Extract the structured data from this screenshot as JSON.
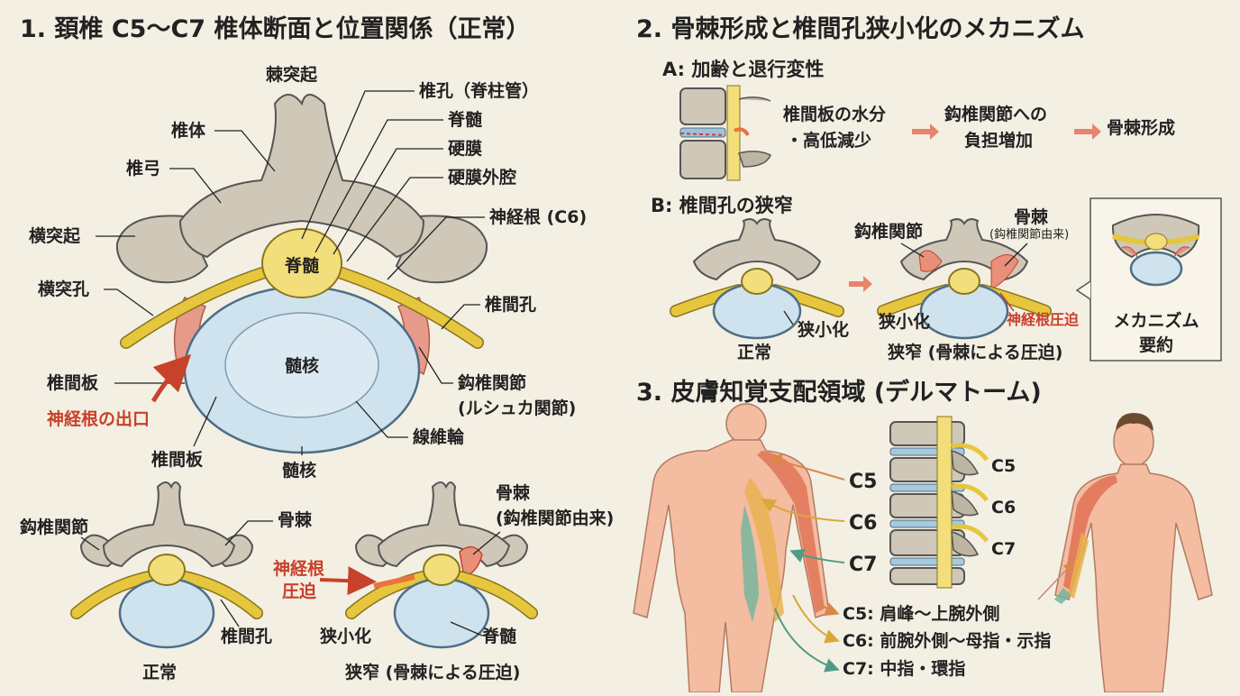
{
  "section1": {
    "title": "1. 頚椎 C5〜C7 椎体断面と位置関係（正常）",
    "labels": {
      "spinous": "棘突起",
      "canal": "椎孔（脊柱管）",
      "cord": "脊髄",
      "dura": "硬膜",
      "epidural": "硬膜外腔",
      "body": "椎体",
      "lamina": "椎弓",
      "root": "神経根 (C6)",
      "transverse": "横突起",
      "trans_foramen": "横突孔",
      "foramen": "椎間孔",
      "disc": "椎間板",
      "root_exit": "神経根の出口",
      "uncov1": "鈎椎関節",
      "uncov2": "(ルシュカ関節)",
      "annulus": "線維輪",
      "disc_bottom": "椎間板",
      "nucleus": "髄核",
      "nucleus_bottom": "髄核",
      "cord_center": "脊髄"
    },
    "bottom": {
      "uncov": "鈎椎関節",
      "spur": "骨棘",
      "compress1": "神経根",
      "compress2": "圧迫",
      "foramen": "椎間孔",
      "normal": "正常",
      "narrow": "狭小化",
      "stenosis": "狭窄 (骨棘による圧迫)",
      "spur2": "骨棘",
      "spur2_sub": "(鈎椎関節由来)",
      "cord": "脊髄"
    }
  },
  "section2": {
    "title": "2. 骨棘形成と椎間孔狭小化のメカニズム",
    "a_title": "A: 加齢と退行変性",
    "flow1a": "椎間板の水分",
    "flow1b": "・高低減少",
    "flow2a": "鈎椎関節への",
    "flow2b": "負担増加",
    "flow3": "骨棘形成",
    "b_title": "B: 椎間孔の狭窄",
    "uncov": "鈎椎関節",
    "spur": "骨棘",
    "spur_sub": "(鈎椎関節由来)",
    "narrow_left": "狭小化",
    "normal": "正常",
    "narrow": "狭小化",
    "compress": "神経根圧迫",
    "stenosis": "狭窄 (骨棘による圧迫)",
    "summary1": "メカニズム",
    "summary2": "要約"
  },
  "section3": {
    "title": "3. 皮膚知覚支配領域 (デルマトーム)",
    "levels": [
      "C5",
      "C6",
      "C7"
    ],
    "spine_levels": [
      "C5",
      "C6",
      "C7"
    ],
    "legend": [
      "C5: 肩峰〜上腕外側",
      "C6: 前腕外側〜母指・示指",
      "C7: 中指・環指"
    ],
    "colors": {
      "c5": "#e06b4f",
      "c6": "#e8b04a",
      "c7": "#6fb59c"
    }
  }
}
